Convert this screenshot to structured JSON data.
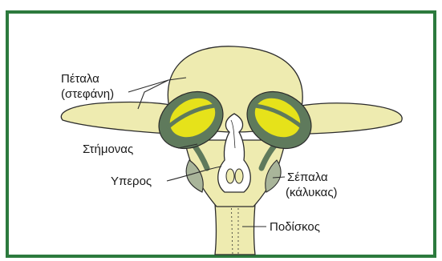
{
  "labels": {
    "petals": "Πέταλα",
    "corolla": "(στεφάνη)",
    "stamen": "Στήμονας",
    "pistil": "Υπερος",
    "sepals": "Σέπαλα",
    "calyx": "(κάλυκας)",
    "pedicel": "Ποδίσκος"
  },
  "colors": {
    "frame_green": "#2c7a3d",
    "petal_fill": "#eeebb0",
    "anther_dark": "#5f7a5c",
    "pollen_yellow": "#e6e21a",
    "outline": "#2b2b2b"
  }
}
